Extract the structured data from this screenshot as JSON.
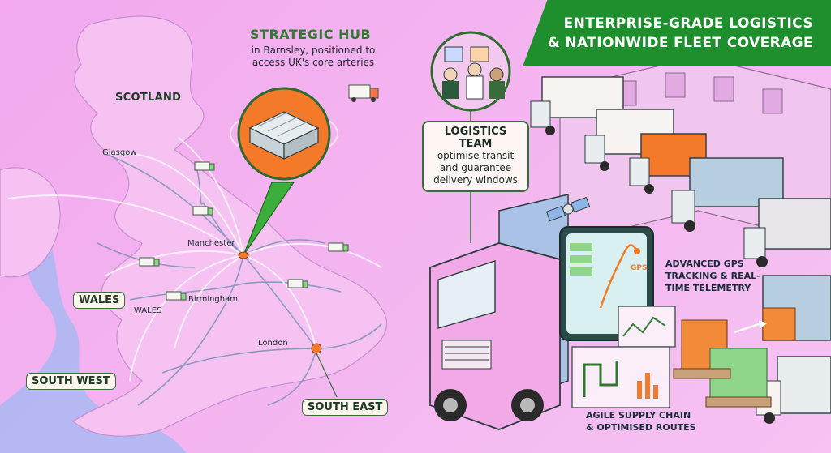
{
  "banner": {
    "line1": "ENTERPRISE-GRADE LOGISTICS",
    "line2": "& NATIONWIDE FLEET COVERAGE"
  },
  "hub": {
    "title": "STRATEGIC HUB",
    "description": "in Barnsley, positioned to access UK's core arteries"
  },
  "map": {
    "regions": {
      "scotland": "SCOTLAND",
      "wales_box": "WALES",
      "wales_small": "WALES",
      "south_west": "SOUTH WEST",
      "south_east": "SOUTH EAST"
    },
    "cities": {
      "glasgow": "Glasgow",
      "manchester": "Manchester",
      "birmingham": "Birmingham",
      "london": "London"
    }
  },
  "team": {
    "title": "LOGISTICS TEAM",
    "description": "optimise transit and guarantee delivery windows"
  },
  "features": {
    "gps_line1": "ADVANCED GPS",
    "gps_line2": "TRACKING & REAL-",
    "gps_line3": "TIME TELEMETRY",
    "supply_line1": "AGILE SUPPLY CHAIN",
    "supply_line2": "& OPTIMISED ROUTES"
  },
  "screen": {
    "gps_label": "GPS"
  },
  "colors": {
    "background": "#f4b4f0",
    "banner": "#1f8f2e",
    "accent_orange": "#f47a2a",
    "land": "#f7c6f3",
    "sea": "#9fb7f2",
    "route": "#7d93b8"
  }
}
